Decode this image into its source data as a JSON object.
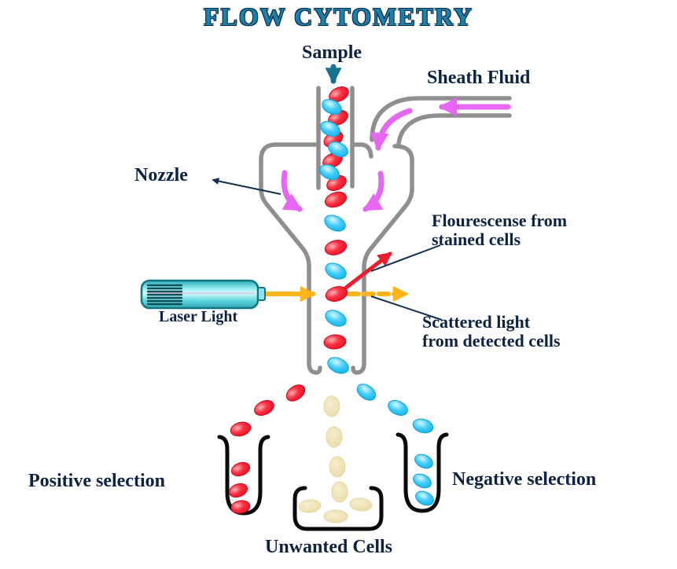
{
  "title": "FLOW CYTOMETRY",
  "labels": {
    "sample": "Sample",
    "sheath_fluid": "Sheath Fluid",
    "nozzle": "Nozzle",
    "fluorescence": "Flourescense from\nstained cells",
    "scattered": "Scattered light\nfrom detected cells",
    "laser_light": "Laser Light",
    "positive_selection": "Positive selection",
    "negative_selection": "Negative selection",
    "unwanted_cells": "Unwanted Cells"
  },
  "colors": {
    "title": "#1C80A8",
    "label_text": "#0D2240",
    "pipe_gray": "#8F8F8F",
    "sheath_arrow": "#E668F2",
    "laser_beam": "#FFB419",
    "fluor_arrow": "#EE1C2D",
    "leader": "#10304F",
    "sample_arrow": "#16718F",
    "vessel": "#0A0A0A",
    "red_cell": "#EE1C2D",
    "cyan_cell": "#29C5F6",
    "beige_cell": "#EDE0B5",
    "laser_body": "#5FD6DE"
  },
  "cells": {
    "red": [
      [
        431,
        120,
        -25,
        13,
        8.5
      ],
      [
        430,
        150,
        -25,
        13,
        8.5
      ],
      [
        424,
        177,
        -30,
        13,
        8.5
      ],
      [
        423,
        204,
        -25,
        13,
        8.5
      ],
      [
        428,
        233,
        -25,
        13,
        8.5
      ],
      [
        427,
        254,
        -20,
        14,
        9
      ],
      [
        427,
        315,
        -15,
        14,
        9
      ],
      [
        428,
        374,
        -15,
        14,
        9
      ],
      [
        426,
        435,
        -5,
        14,
        9
      ],
      [
        376,
        500,
        -35,
        13,
        8.5
      ],
      [
        336,
        519,
        -25,
        13,
        8.5
      ],
      [
        306,
        546,
        -15,
        13,
        8.5
      ],
      [
        306,
        597,
        -20,
        12,
        8
      ],
      [
        303,
        624,
        -20,
        12,
        8
      ],
      [
        306,
        645,
        -10,
        12,
        8
      ]
    ],
    "cyan": [
      [
        422,
        136,
        25,
        13,
        8.5
      ],
      [
        420,
        164,
        25,
        13,
        8.5
      ],
      [
        430,
        190,
        25,
        13,
        8.5
      ],
      [
        419,
        219,
        25,
        13,
        8.5
      ],
      [
        426,
        284,
        25,
        14,
        9
      ],
      [
        427,
        345,
        25,
        14,
        9
      ],
      [
        427,
        405,
        25,
        14,
        9
      ],
      [
        430,
        465,
        25,
        14,
        9
      ],
      [
        466,
        499,
        35,
        13,
        8.5
      ],
      [
        506,
        519,
        25,
        13,
        8.5
      ],
      [
        538,
        542,
        15,
        13,
        8.5
      ],
      [
        539,
        587,
        25,
        12,
        8
      ],
      [
        537,
        612,
        25,
        12,
        8
      ],
      [
        540,
        634,
        25,
        12,
        8
      ]
    ],
    "beige": [
      [
        422,
        517,
        0,
        10,
        13
      ],
      [
        425,
        556,
        0,
        10,
        13
      ],
      [
        429,
        594,
        0,
        10,
        13
      ],
      [
        432,
        626,
        0,
        10,
        13
      ],
      [
        394,
        644,
        -5,
        14,
        8
      ],
      [
        427,
        657,
        0,
        15,
        8
      ],
      [
        459,
        642,
        5,
        14,
        8
      ]
    ]
  }
}
